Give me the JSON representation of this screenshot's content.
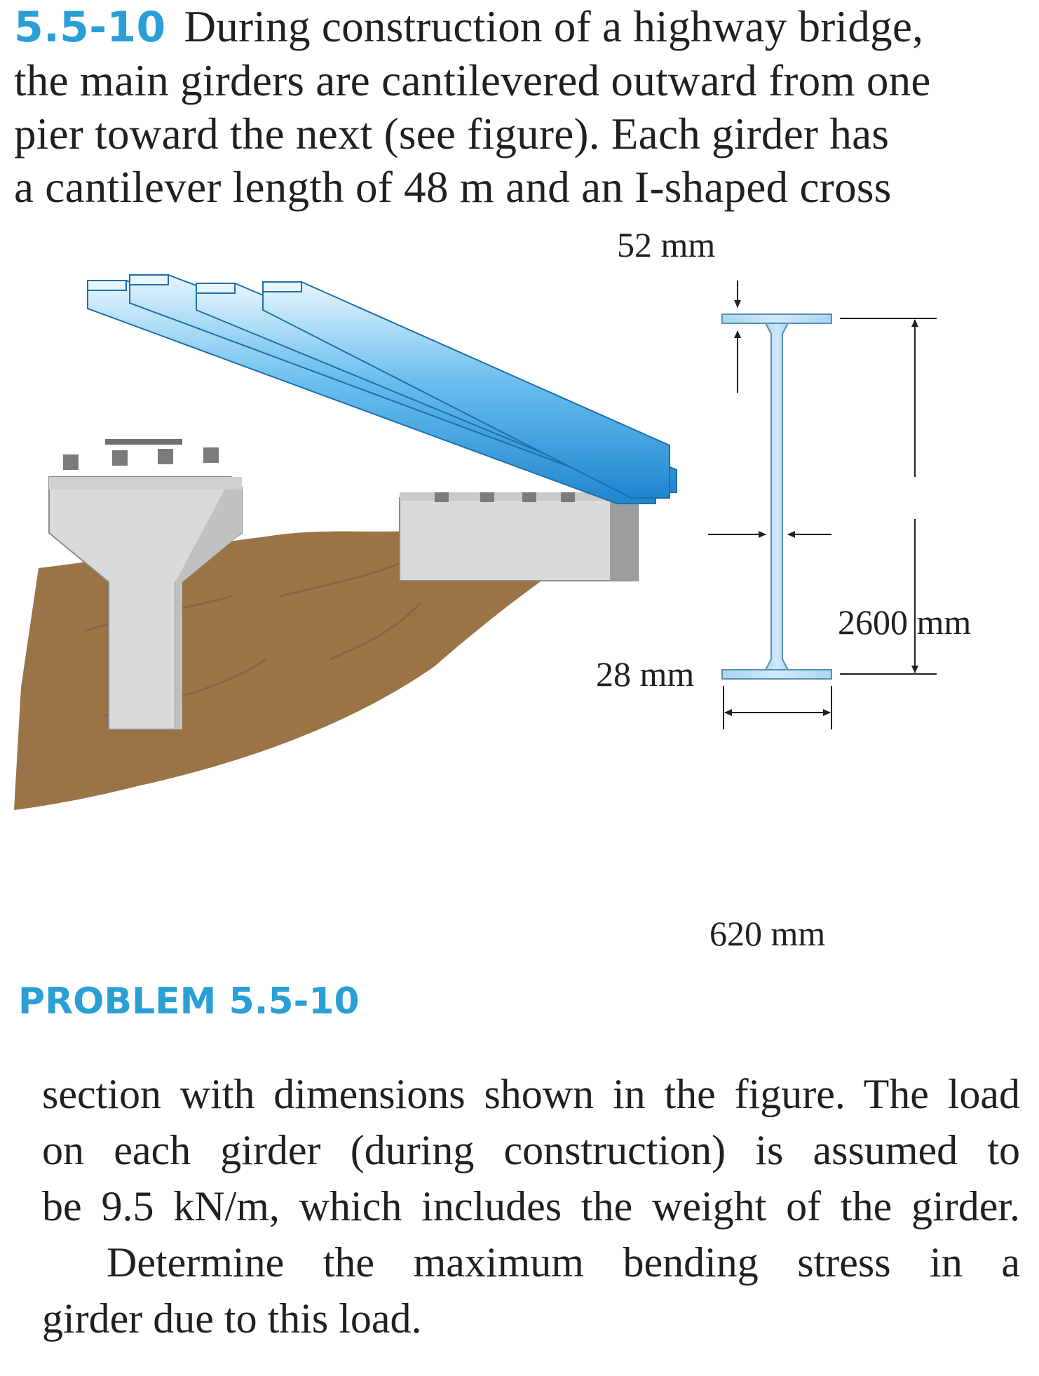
{
  "problem": {
    "number": "5.5-10",
    "intro_lines": [
      "During construction of a highway bridge,",
      "the main girders are cantilevered outward from one",
      "pier toward the next (see figure). Each girder has",
      "a cantilever length of 48 m and an I-shaped cross"
    ],
    "body_lines": [
      "section with dimensions shown in the figure. The load",
      "on each girder (during construction) is assumed to",
      "be 9.5 kN/m, which includes the weight of the girder.",
      "Determine the maximum bending stress in a",
      "girder due to this load."
    ]
  },
  "figure": {
    "caption": "PROBLEM 5.5-10",
    "dimensions": {
      "flange_thickness": "52 mm",
      "web_thickness": "28 mm",
      "height": "2600 mm",
      "flange_width": "620 mm"
    },
    "colors": {
      "girder": "#3fa6e6",
      "girder_light": "#bfe3fa",
      "concrete": "#d9dadb",
      "soil": "#9a7446",
      "accent": "#2a9fd6"
    }
  }
}
